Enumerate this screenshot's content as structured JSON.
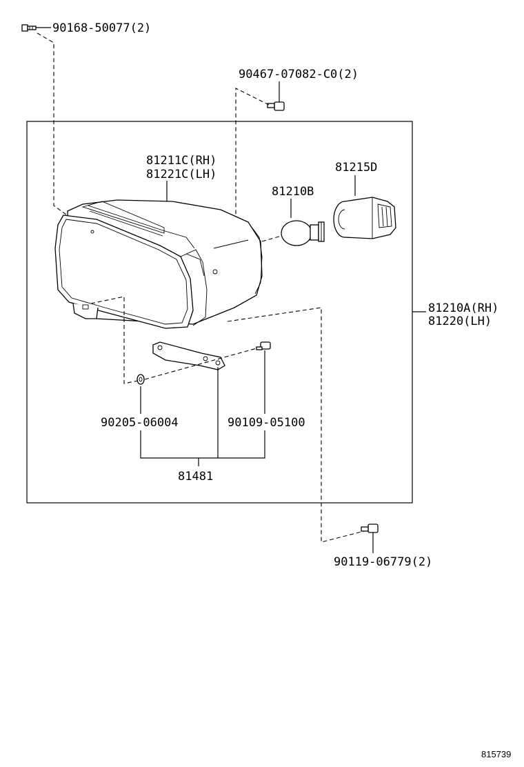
{
  "labels": {
    "bolt_top_left": "90168-50077(2)",
    "screw_top": "90467-07082-C0(2)",
    "lens_rh": "81211C(RH)",
    "lens_lh": "81221C(LH)",
    "bulb": "81210B",
    "socket": "81215D",
    "assembly_rh": "81210A(RH)",
    "assembly_lh": "81220(LH)",
    "washer": "90205-06004",
    "bolt_bracket": "90109-05100",
    "bracket": "81481",
    "screw_bottom": "90119-06779(2)",
    "diagram_ref": "815739"
  }
}
